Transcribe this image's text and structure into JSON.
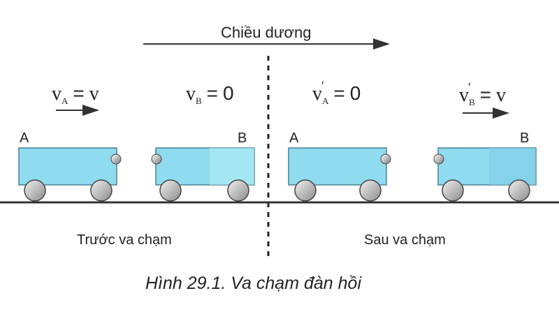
{
  "direction_label": "Chiều dương",
  "before": {
    "label": "Trước va chạm",
    "cart_a_label": "A",
    "cart_b_label": "B",
    "va": {
      "symbol": "v",
      "subscript": "A",
      "equals": "=",
      "value": "v"
    },
    "vb": {
      "symbol": "v",
      "subscript": "B",
      "equals": "=",
      "value": "0"
    }
  },
  "after": {
    "label": "Sau va chạm",
    "cart_a_label": "A",
    "cart_b_label": "B",
    "va": {
      "symbol": "v",
      "prime": "′",
      "subscript": "A",
      "equals": "=",
      "value": "0"
    },
    "vb": {
      "symbol": "v",
      "prime": "′",
      "subscript": "B",
      "equals": "=",
      "value": "v"
    }
  },
  "caption": "Hình 29.1. Va chạm đàn hồi",
  "colors": {
    "cart_fill": "#8fdcf0",
    "cart_stroke": "#4a7f93",
    "wheel": "#b8b8b8",
    "ground": "#333333",
    "arrow": "#333333"
  }
}
